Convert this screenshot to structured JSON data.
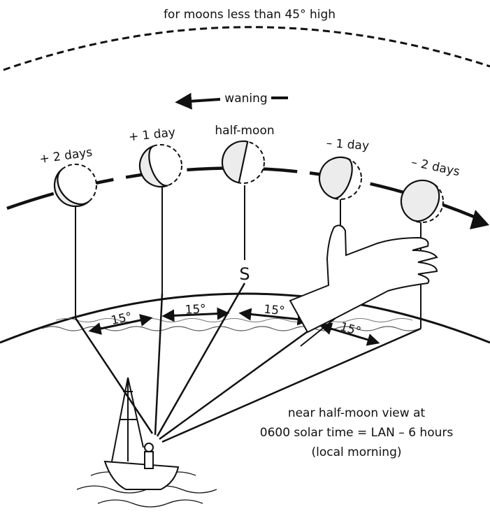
{
  "labels": {
    "top_caption": "for moons less than 45° high",
    "waning": "waning",
    "moon_plus2": "+ 2 days",
    "moon_plus1": "+ 1 day",
    "moon_half": "half-moon",
    "moon_minus1": "– 1 day",
    "moon_minus2": "– 2 days",
    "south_marker": "S",
    "angle_1": "15°",
    "angle_2": "15°",
    "angle_3": "15°",
    "angle_4": "15°",
    "note_line1": "near half-moon view at",
    "note_line2": "0600 solar time = LAN – 6 hours",
    "note_line3": "(local morning)"
  },
  "colors": {
    "ink": "#111111",
    "moon_fill": "#f2f2f2",
    "background": "#ffffff"
  }
}
